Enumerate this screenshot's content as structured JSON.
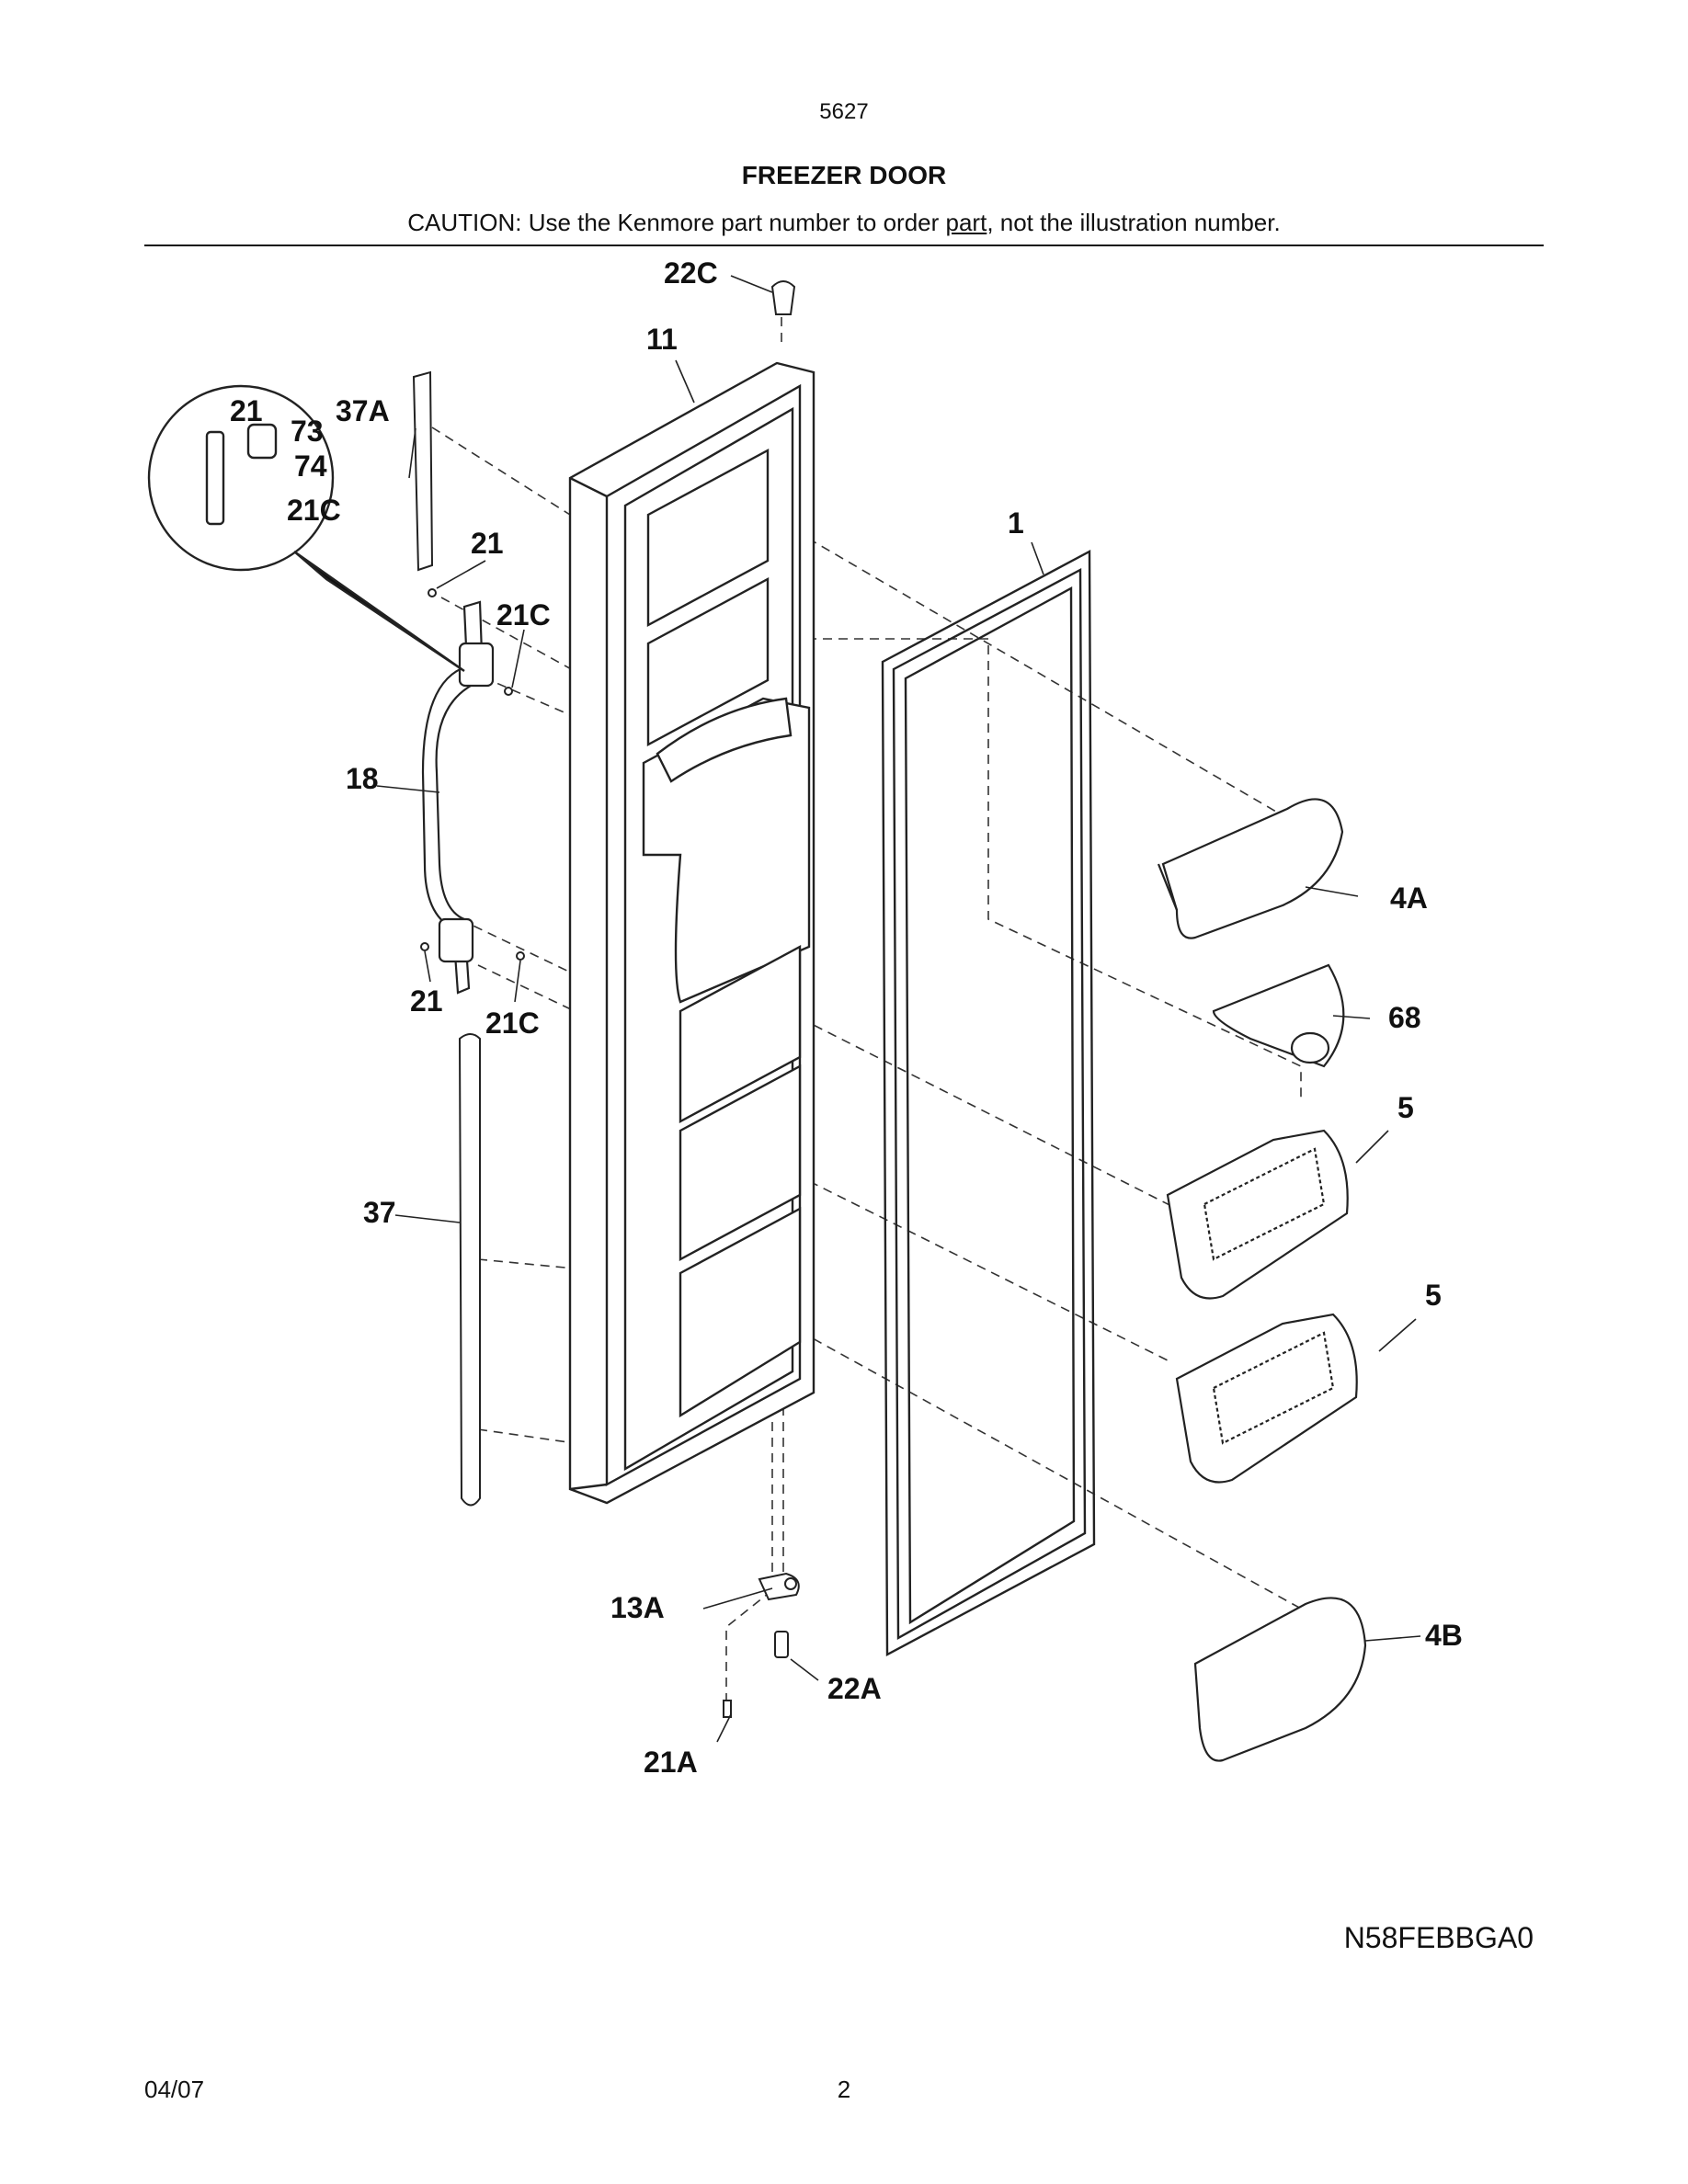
{
  "header": {
    "model_number": "5627",
    "title": "FREEZER DOOR",
    "caution_prefix": "CAUTION: Use the Kenmore part number to order ",
    "caution_underlined": "part",
    "caution_suffix": ", not the illustration number."
  },
  "callouts": {
    "c22C_top": "22C",
    "c11": "11",
    "c21_inset": "21",
    "c37A": "37A",
    "c73": "73",
    "c74": "74",
    "c21C_inset": "21C",
    "c21_upper": "21",
    "c21C_upper": "21C",
    "c1": "1",
    "c18": "18",
    "c4A": "4A",
    "c21_lower": "21",
    "c21C_lower": "21C",
    "c68": "68",
    "c5_upper": "5",
    "c37": "37",
    "c5_lower": "5",
    "c13A": "13A",
    "c4B": "4B",
    "c22A": "22A",
    "c21A": "21A"
  },
  "footer": {
    "diagram_code": "N58FEBBGA0",
    "date": "04/07",
    "page_number": "2"
  }
}
